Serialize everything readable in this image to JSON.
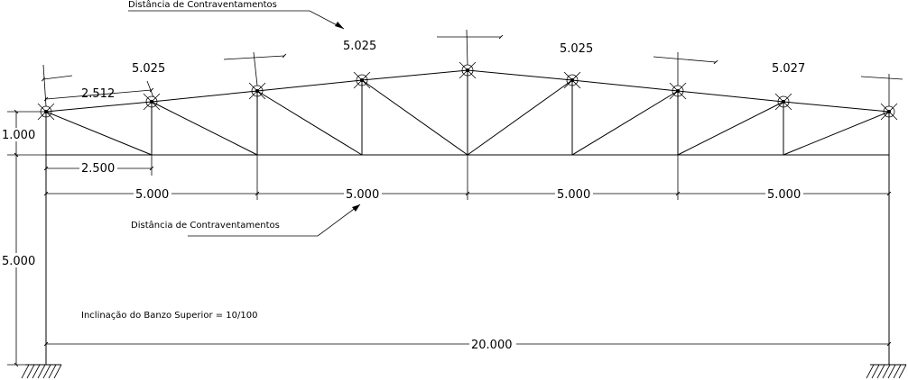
{
  "annotations": {
    "bracing_top": "Distância de Contraventamentos",
    "bracing_bottom": "Distância de Contraventamentos",
    "slope_note": "Inclinação do Banzo Superior = 10/100"
  },
  "top_chord_dimensions": [
    "5.025",
    "2.512",
    "5.025",
    "5.025",
    "5.027"
  ],
  "height_dimensions": {
    "truss_height": "1.000",
    "column_height": "5.000"
  },
  "bottom_dimensions": {
    "half_panel": "2.500",
    "bracing_spacing": [
      "5.000",
      "5.000",
      "5.000",
      "5.000"
    ],
    "total_span": "20.000"
  },
  "colors": {
    "line": "#000000",
    "background": "#ffffff"
  },
  "icons": [
    "bracing-node-icon",
    "fixed-support-icon"
  ]
}
